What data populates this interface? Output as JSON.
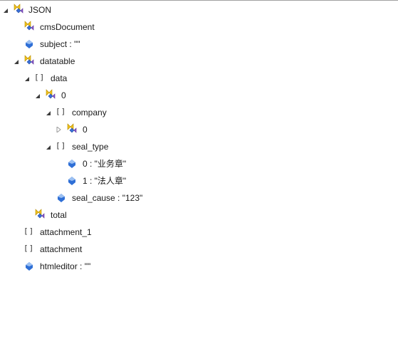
{
  "tree": {
    "root": {
      "label": "JSON",
      "icon": "object-icon",
      "expanded": true
    },
    "cmsDocument": {
      "label": "cmsDocument",
      "icon": "object-icon"
    },
    "subject": {
      "label": "subject : \"\"",
      "icon": "value-icon"
    },
    "datatable": {
      "label": "datatable",
      "icon": "object-icon",
      "expanded": true
    },
    "data": {
      "label": "data",
      "icon": "array-icon",
      "expanded": true
    },
    "data_0": {
      "label": "0",
      "icon": "object-icon",
      "expanded": true
    },
    "company": {
      "label": "company",
      "icon": "array-icon",
      "expanded": true
    },
    "company_0": {
      "label": "0",
      "icon": "object-icon",
      "expanded": false
    },
    "seal_type": {
      "label": "seal_type",
      "icon": "array-icon",
      "expanded": true
    },
    "seal_type_0": {
      "label": "0 : \"业务章\"",
      "icon": "value-icon"
    },
    "seal_type_1": {
      "label": "1 : \"法人章\"",
      "icon": "value-icon"
    },
    "seal_cause": {
      "label": "seal_cause : \"123\"",
      "icon": "value-icon"
    },
    "total": {
      "label": "total",
      "icon": "object-icon"
    },
    "attachment_1": {
      "label": "attachment_1",
      "icon": "array-icon"
    },
    "attachment": {
      "label": "attachment",
      "icon": "array-icon"
    },
    "htmleditor": {
      "label": "htmleditor : \"\"",
      "icon": "value-icon"
    }
  },
  "colors": {
    "object_yellow": "#f2c21a",
    "object_blue": "#3a6fd8",
    "value_blue": "#2f6fd6",
    "toggle_dark": "#3c3c3c",
    "toggle_light": "#9a9a9a"
  }
}
